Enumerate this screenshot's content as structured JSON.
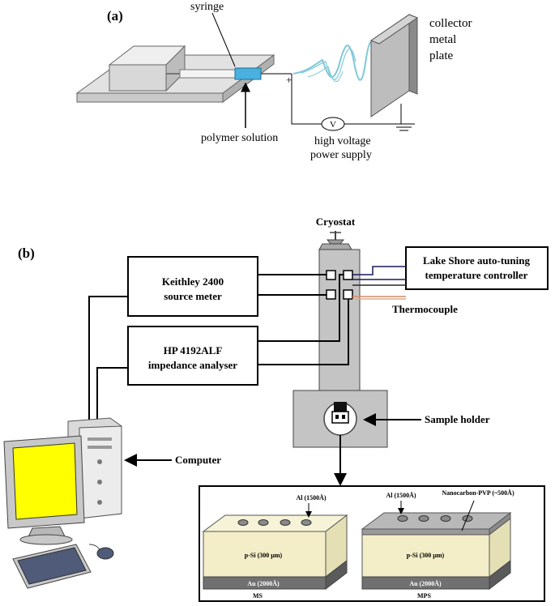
{
  "panel_a": {
    "label": "(a)",
    "syringe": "syringe",
    "polymer_solution": "polymer solution",
    "collector_line1": "collector",
    "collector_line2": "metal",
    "collector_line3": "plate",
    "voltage_line1": "high voltage",
    "voltage_line2": "power supply",
    "voltmeter_symbol": "V",
    "polarity": "+"
  },
  "panel_b": {
    "label": "(b)",
    "cryostat": "Cryostat",
    "keithley_line1": "Keithley 2400",
    "keithley_line2": "source meter",
    "hp_line1": "HP 4192ALF",
    "hp_line2": "impedance analyser",
    "lakeshore_line1": "Lake Shore auto-tuning",
    "lakeshore_line2": "temperature controller",
    "thermocouple": "Thermocouple",
    "sample_holder": "Sample holder",
    "computer": "Computer",
    "ms": {
      "al": "Al (1500Å)",
      "psi": "p-Si (300 µm)",
      "au": "Au (2000Å)",
      "name": "MS"
    },
    "mps": {
      "al": "Al (1500Å)",
      "nano": "Nanocarbon-PVP (~500Å)",
      "psi": "p-Si (300 µm)",
      "au": "Au (2000Å)",
      "name": "MPS"
    }
  },
  "colors": {
    "fiber": "#7ec8d8",
    "solution": "#4ab0e0",
    "cryostat": "#c4c4c4",
    "screen": "#ffff00",
    "psi": "#f3eec8",
    "au": "#707070",
    "nanocarbon": "#b8b8b8"
  }
}
